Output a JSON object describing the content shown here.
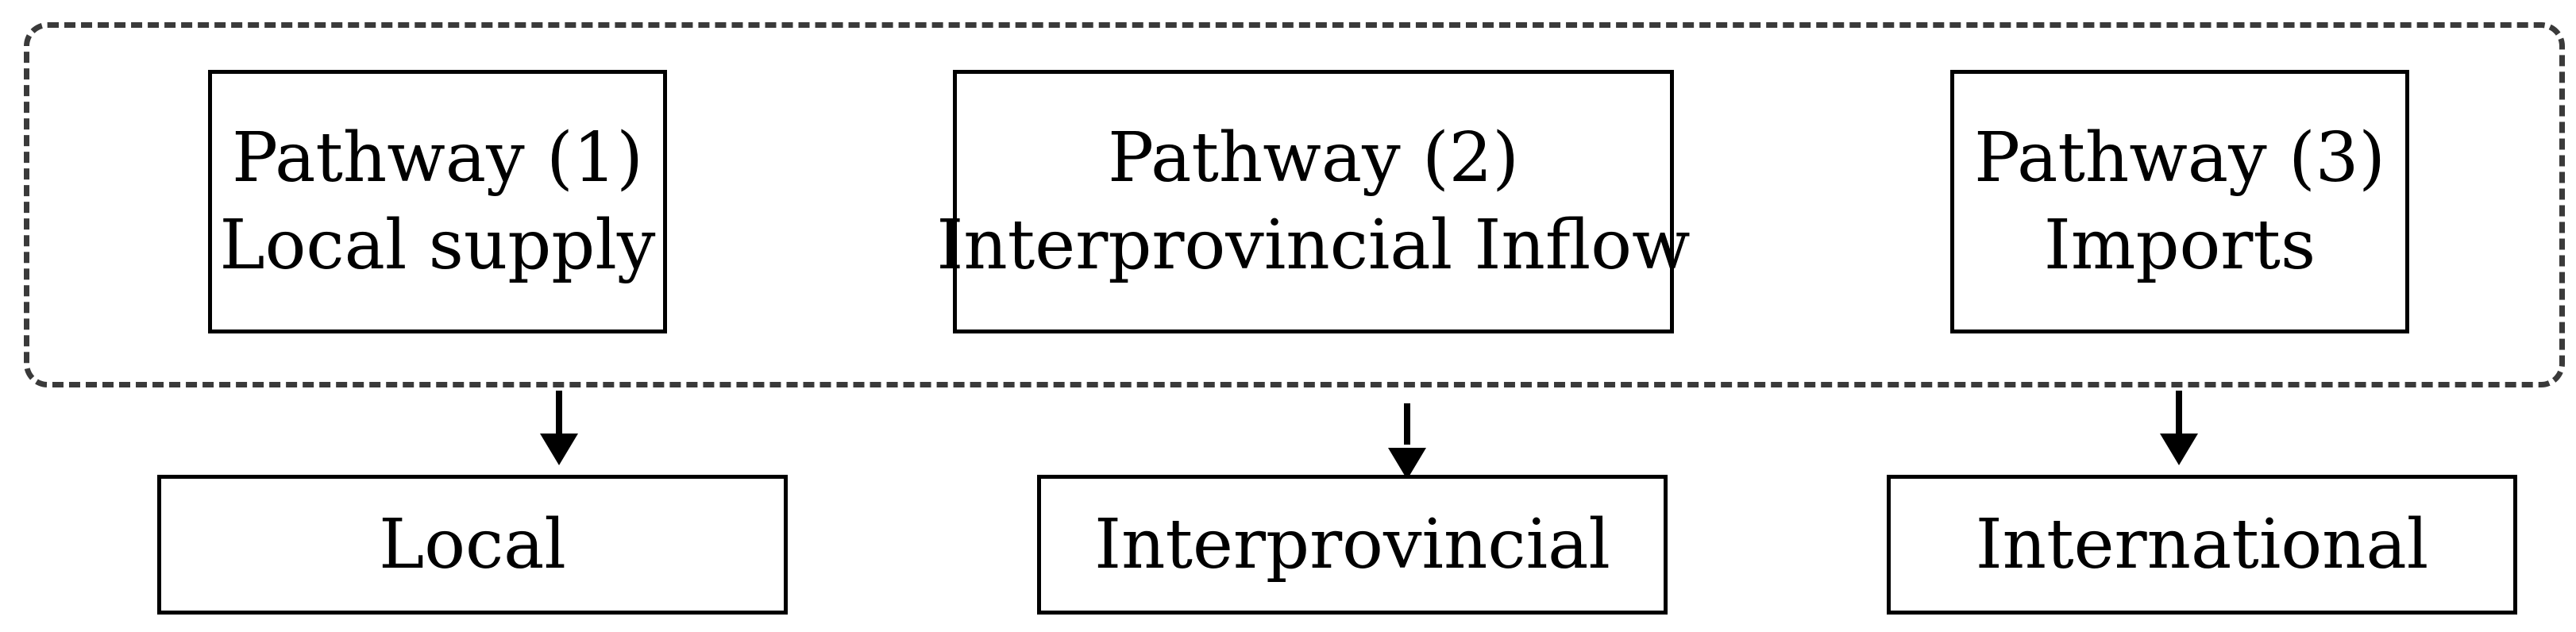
{
  "pathways": [
    {
      "title": "Pathway (1)",
      "subtitle": "Local supply"
    },
    {
      "title": "Pathway (2)",
      "subtitle": "Interprovincial Inflow"
    },
    {
      "title": "Pathway (3)",
      "subtitle": "Imports"
    }
  ],
  "destinations": [
    {
      "label": "Local"
    },
    {
      "label": "Interprovincial"
    },
    {
      "label": "International"
    }
  ],
  "colors": {
    "border": "#000000",
    "dashed_frame": "#3a3a3a",
    "background": "#ffffff"
  }
}
